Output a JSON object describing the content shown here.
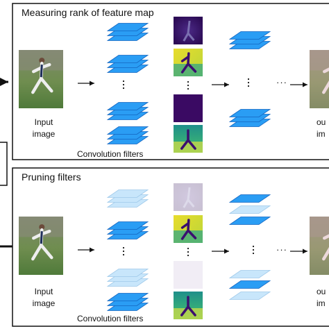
{
  "panels": [
    {
      "title": "Measuring rank of feature map",
      "input_label_1": "Input",
      "input_label_2": "image",
      "filters_label": "Convolution filters",
      "output_label_1": "ou",
      "output_label_2": "im"
    },
    {
      "title": "Pruning filters",
      "input_label_1": "Input",
      "input_label_2": "image",
      "filters_label": "Convolution filters",
      "output_label_1": "ou",
      "output_label_2": "im"
    }
  ],
  "ellipsis": "···",
  "colors": {
    "filter_blue": "#2a9df4",
    "filter_edge": "#1565c0",
    "pruned_filter": "#c8e6fb",
    "panel_border": "#111111",
    "feature_dark": "#3b0f6f",
    "feature_teal": "#23a883",
    "feature_yellow": "#e5d827"
  }
}
